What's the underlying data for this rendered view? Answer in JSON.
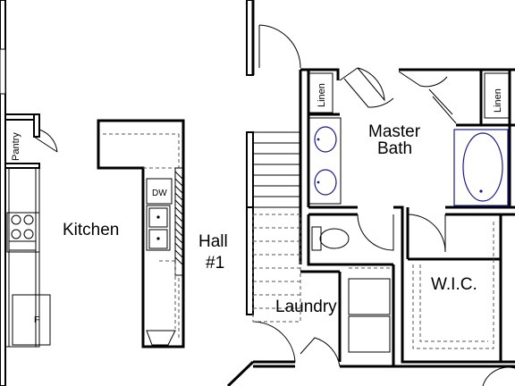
{
  "rooms": {
    "kitchen": "Kitchen",
    "hall_line1": "Hall",
    "hall_line2": "#1",
    "master_bath_line1": "Master",
    "master_bath_line2": "Bath",
    "wic": "W.I.C.",
    "laundry": "Laundry",
    "pantry": "Pantry",
    "linen_left": "Linen",
    "linen_right": "Linen"
  },
  "appliances": {
    "dishwasher": "DW",
    "fridge": "F"
  },
  "colors": {
    "wall": "#000000",
    "fixture": "#1a1a8a",
    "background": "#ffffff"
  }
}
